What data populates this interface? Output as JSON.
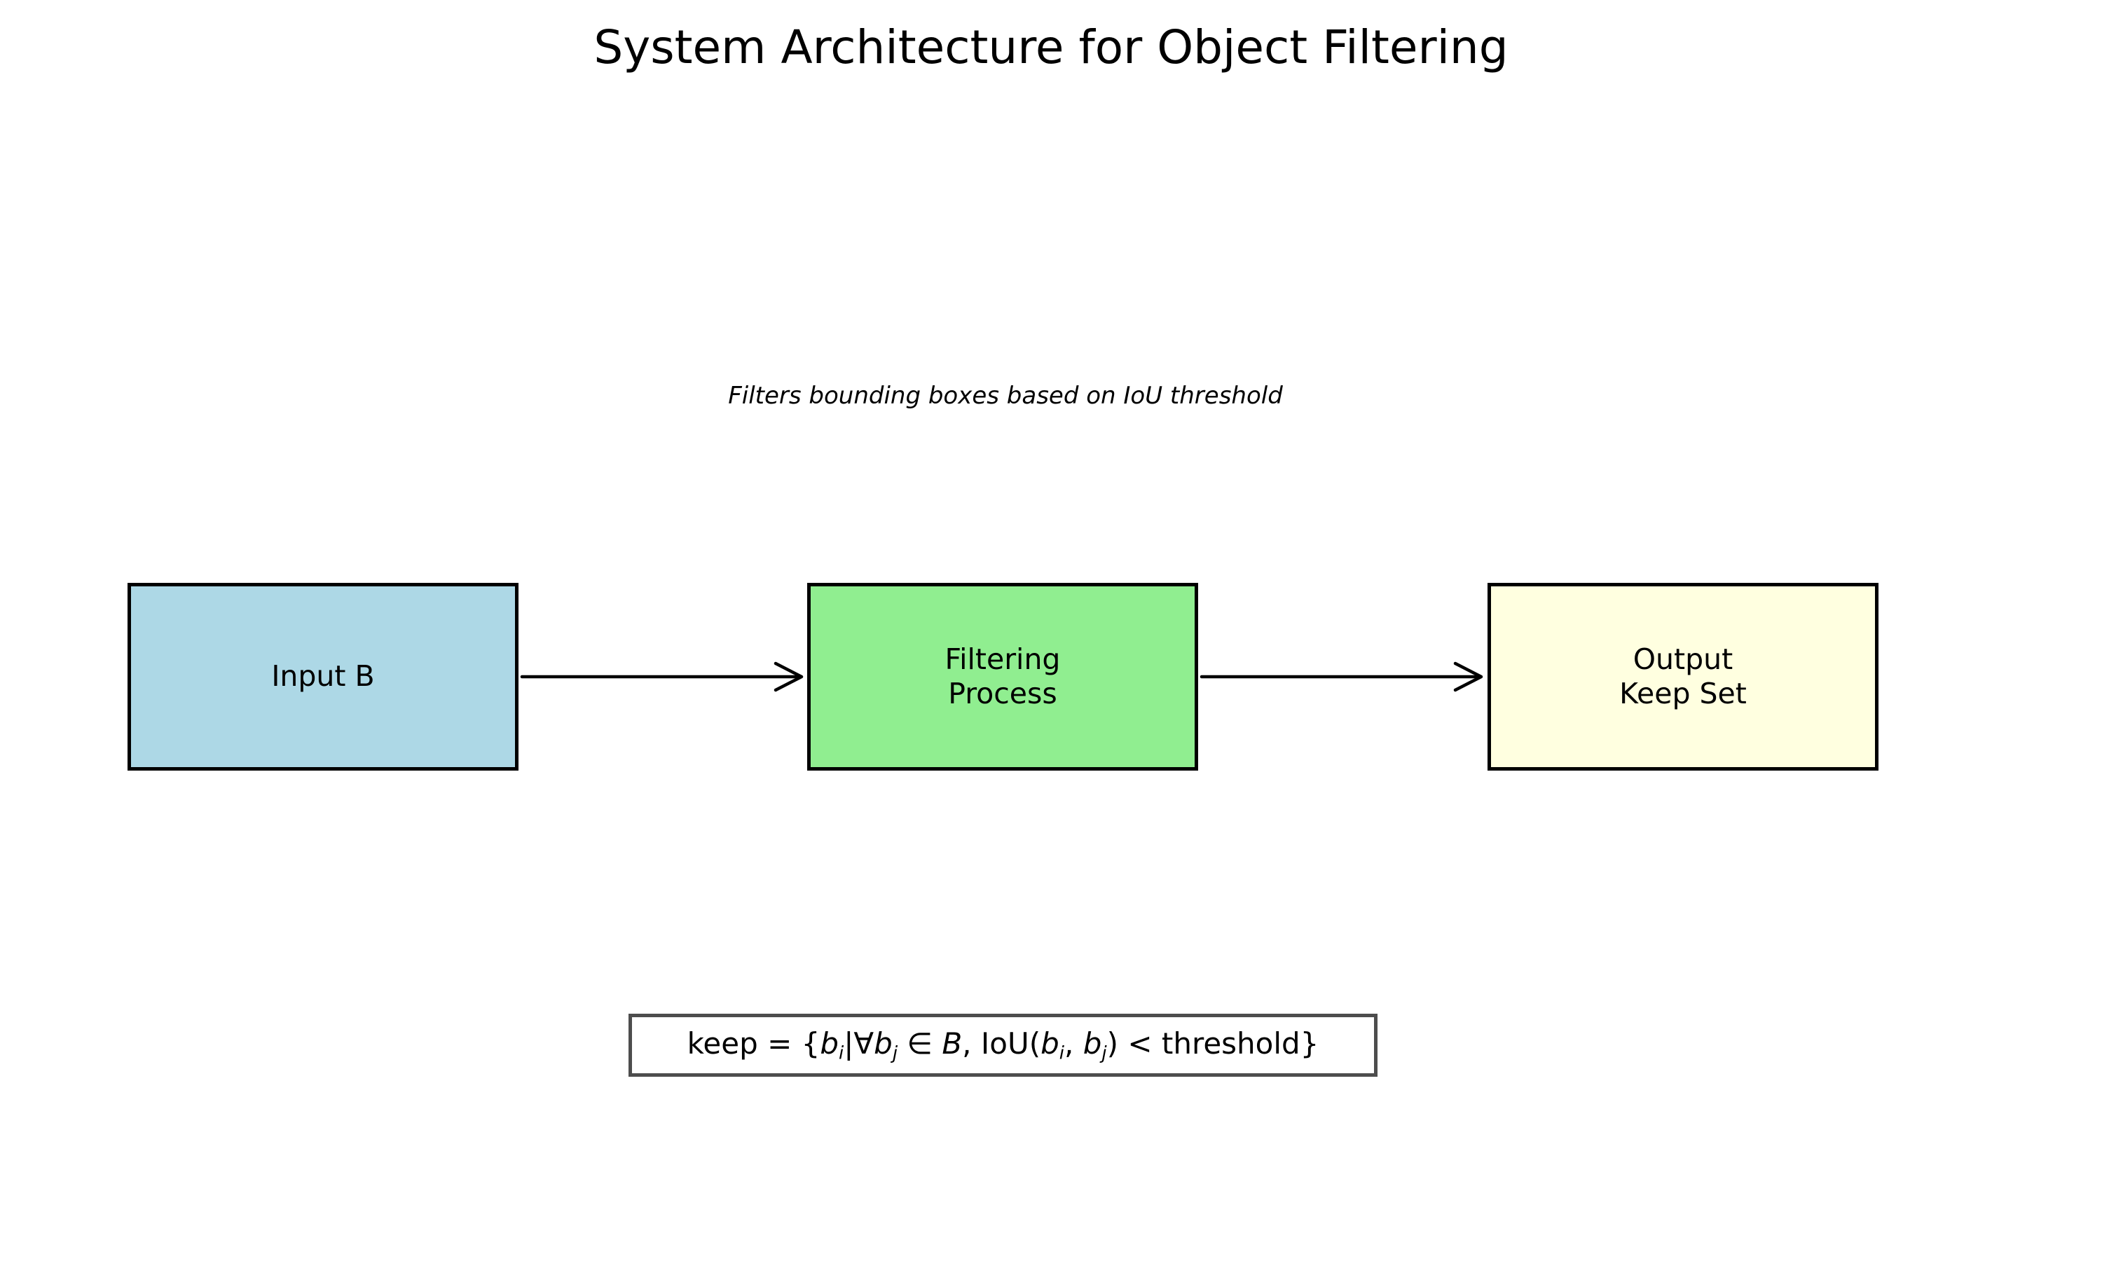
{
  "page": {
    "background": "#FFFFFF"
  },
  "title": {
    "text": "System Architecture for Object Filtering",
    "color": "#000000"
  },
  "subtitle": {
    "text": "Filters bounding boxes based on IoU threshold",
    "color": "#000000"
  },
  "diagram": {
    "nodes": [
      {
        "id": "input",
        "lines": [
          "Input B"
        ],
        "fill": "#ADD8E6",
        "border": "#000000"
      },
      {
        "id": "process",
        "lines": [
          "Filtering",
          "Process"
        ],
        "fill": "#90EE90",
        "border": "#000000"
      },
      {
        "id": "output",
        "lines": [
          "Output",
          "Keep Set"
        ],
        "fill": "#FFFFE0",
        "border": "#000000"
      }
    ],
    "arrows": [
      {
        "from": "input",
        "to": "process",
        "color": "#000000"
      },
      {
        "from": "process",
        "to": "output",
        "color": "#000000"
      }
    ]
  },
  "formula": {
    "text_plain": "keep = {bi|∀bj ∈ B, IoU(bi, bj) < threshold}",
    "border_color": "#4D4D4D",
    "segments": [
      {
        "text": "keep = {",
        "style": "normal"
      },
      {
        "text": "b",
        "style": "italic"
      },
      {
        "text": "i",
        "style": "subscript"
      },
      {
        "text": "|∀",
        "style": "normal"
      },
      {
        "text": "b",
        "style": "italic"
      },
      {
        "text": "j",
        "style": "subscript"
      },
      {
        "text": " ∈ ",
        "style": "normal"
      },
      {
        "text": "B",
        "style": "italic"
      },
      {
        "text": ", IoU(",
        "style": "normal"
      },
      {
        "text": "b",
        "style": "italic"
      },
      {
        "text": "i",
        "style": "subscript"
      },
      {
        "text": ", ",
        "style": "normal"
      },
      {
        "text": "b",
        "style": "italic"
      },
      {
        "text": "j",
        "style": "subscript"
      },
      {
        "text": ") < threshold}",
        "style": "normal"
      }
    ]
  }
}
